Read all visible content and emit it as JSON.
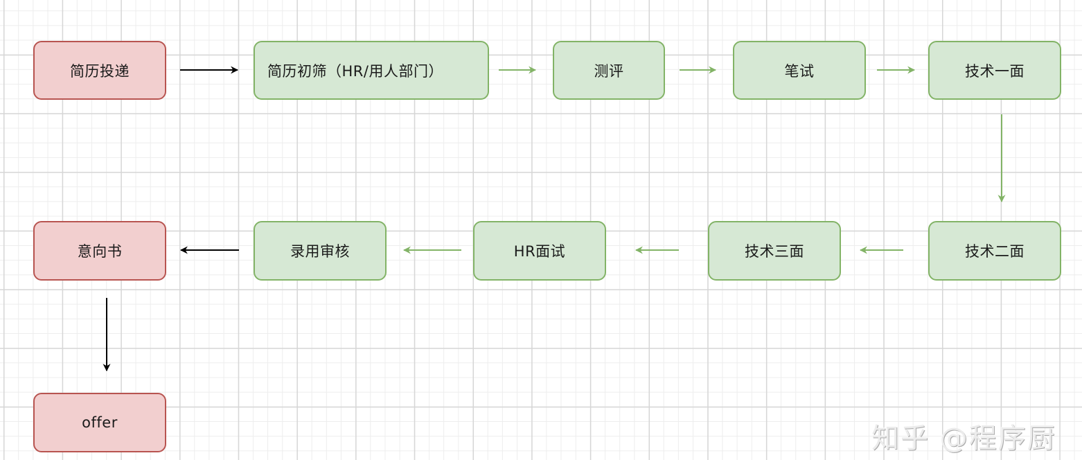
{
  "diagram": {
    "title": "",
    "colors": {
      "start_end_fill": "#f2cfcf",
      "start_end_stroke": "#b85450",
      "process_fill": "#d6e8d4",
      "process_stroke": "#82b366",
      "black_arrow": "#000000",
      "green_arrow": "#82b366"
    },
    "nodes": [
      {
        "id": "resume-submit",
        "label": "简历投递",
        "style": "red"
      },
      {
        "id": "resume-screen",
        "label": "简历初筛（HR/用人部门）",
        "style": "green"
      },
      {
        "id": "assessment",
        "label": "测评",
        "style": "green"
      },
      {
        "id": "written-test",
        "label": "笔试",
        "style": "green"
      },
      {
        "id": "tech-interview-1",
        "label": "技术一面",
        "style": "green"
      },
      {
        "id": "tech-interview-2",
        "label": "技术二面",
        "style": "green"
      },
      {
        "id": "tech-interview-3",
        "label": "技术三面",
        "style": "green"
      },
      {
        "id": "hr-interview",
        "label": "HR面试",
        "style": "green"
      },
      {
        "id": "hiring-review",
        "label": "录用审核",
        "style": "green"
      },
      {
        "id": "intent-letter",
        "label": "意向书",
        "style": "red"
      },
      {
        "id": "offer",
        "label": "offer",
        "style": "red"
      }
    ],
    "edges": [
      {
        "from": "resume-submit",
        "to": "resume-screen",
        "color": "black"
      },
      {
        "from": "resume-screen",
        "to": "assessment",
        "color": "green"
      },
      {
        "from": "assessment",
        "to": "written-test",
        "color": "green"
      },
      {
        "from": "written-test",
        "to": "tech-interview-1",
        "color": "green"
      },
      {
        "from": "tech-interview-1",
        "to": "tech-interview-2",
        "color": "green"
      },
      {
        "from": "tech-interview-2",
        "to": "tech-interview-3",
        "color": "green"
      },
      {
        "from": "tech-interview-3",
        "to": "hr-interview",
        "color": "green"
      },
      {
        "from": "hr-interview",
        "to": "hiring-review",
        "color": "green"
      },
      {
        "from": "hiring-review",
        "to": "intent-letter",
        "color": "black"
      },
      {
        "from": "intent-letter",
        "to": "offer",
        "color": "black"
      }
    ]
  },
  "watermark": "知乎 @程序厨"
}
